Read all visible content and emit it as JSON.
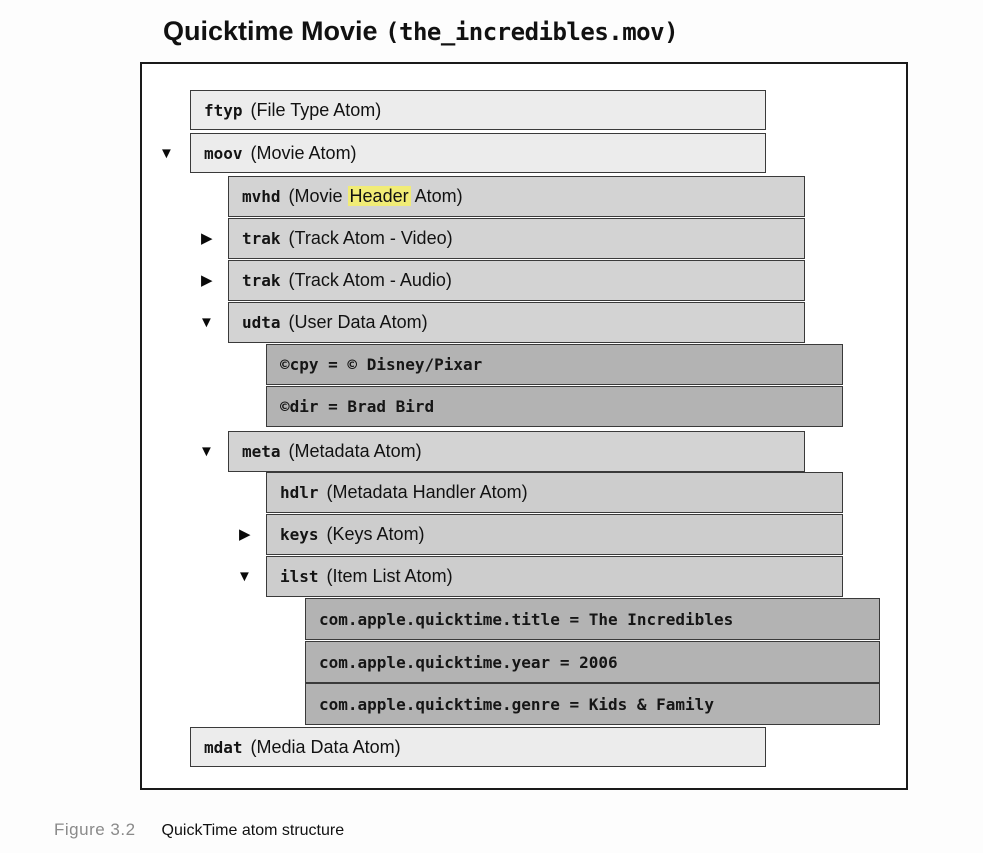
{
  "title": {
    "app": "Quicktime Movie ",
    "file": "(the_incredibles.mov)"
  },
  "icons": {
    "expanded": "▼",
    "collapsed": "▶"
  },
  "colors": {
    "level1": "#ececec",
    "level2": "#d3d3d3",
    "level3": "#cdcdcd",
    "value": "#b3b3b3",
    "highlight": "#f1ec76"
  },
  "rows": [
    {
      "name": "ftyp",
      "desc": "(File Type Atom)"
    },
    {
      "name": "moov",
      "desc": "(Movie Atom)",
      "state": "expanded"
    },
    {
      "name": "mvhd",
      "desc_pre": "(Movie ",
      "highlight": "Header",
      "desc_post": " Atom)"
    },
    {
      "name": "trak",
      "desc": "(Track Atom - Video)",
      "state": "collapsed"
    },
    {
      "name": "trak",
      "desc": "(Track Atom - Audio)",
      "state": "collapsed"
    },
    {
      "name": "udta",
      "desc": "(User Data Atom)",
      "state": "expanded"
    },
    {
      "value": "©cpy = © Disney/Pixar"
    },
    {
      "value": "©dir = Brad Bird"
    },
    {
      "name": "meta",
      "desc": "(Metadata Atom)",
      "state": "expanded"
    },
    {
      "name": "hdlr",
      "desc": "(Metadata Handler Atom)"
    },
    {
      "name": "keys",
      "desc": "(Keys Atom)",
      "state": "collapsed"
    },
    {
      "name": "ilst",
      "desc": "(Item List Atom)",
      "state": "expanded"
    },
    {
      "value": "com.apple.quicktime.title = The Incredibles"
    },
    {
      "value": "com.apple.quicktime.year = 2006"
    },
    {
      "value": "com.apple.quicktime.genre = Kids & Family"
    },
    {
      "name": "mdat",
      "desc": "(Media Data Atom)"
    }
  ],
  "caption": {
    "label": "Figure 3.2",
    "text": "QuickTime atom structure"
  }
}
